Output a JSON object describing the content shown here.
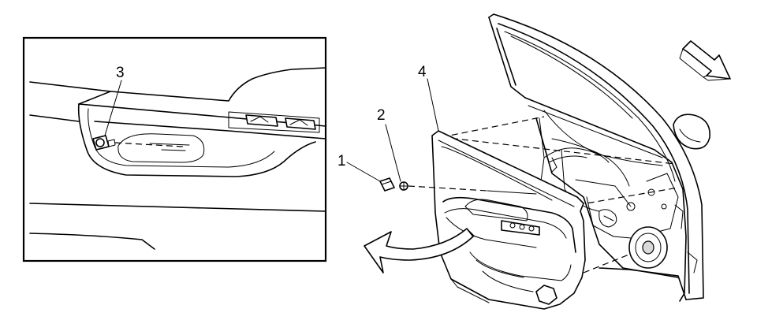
{
  "callouts": {
    "c1": "1",
    "c2": "2",
    "c3": "3",
    "c4": "4"
  },
  "colors": {
    "line": "#000000",
    "background": "#ffffff",
    "shade": "#d9d9d9"
  },
  "icons": {
    "direction_arrow": "front-direction-arrow-icon",
    "removal_arrow": "curved-removal-arrow-icon"
  }
}
